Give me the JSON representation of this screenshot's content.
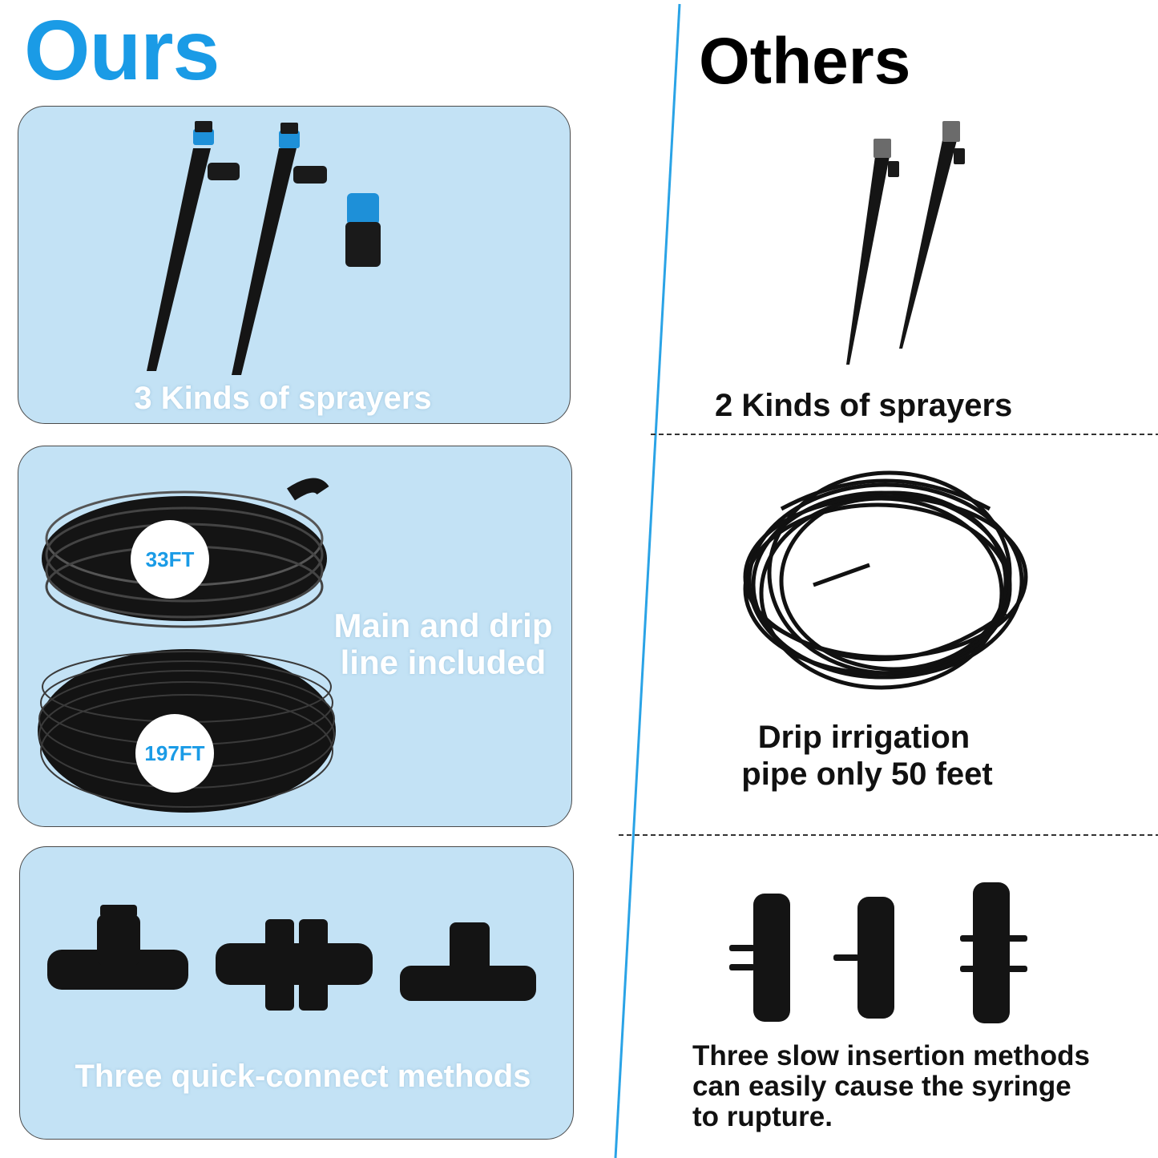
{
  "ours": {
    "title": "Ours",
    "sprayers_caption": "3 Kinds of sprayers",
    "tube_label_main": "33FT",
    "tube_label_drip": "197FT",
    "tubes_caption_line1": "Main and drip",
    "tubes_caption_line2": "line included",
    "connectors_caption": "Three quick-connect methods"
  },
  "others": {
    "title": "Others",
    "sprayers_caption": "2 Kinds of sprayers",
    "pipe_caption_line1": "Drip irrigation",
    "pipe_caption_line2": "pipe only 50 feet",
    "connectors_caption_line1": "Three slow insertion methods",
    "connectors_caption_line2": "can easily cause the syringe",
    "connectors_caption_line3": "to rupture."
  },
  "colors": {
    "accent_blue": "#1a9be6",
    "panel_bg": "#c3e2f5",
    "divider": "#2aa3e6"
  }
}
